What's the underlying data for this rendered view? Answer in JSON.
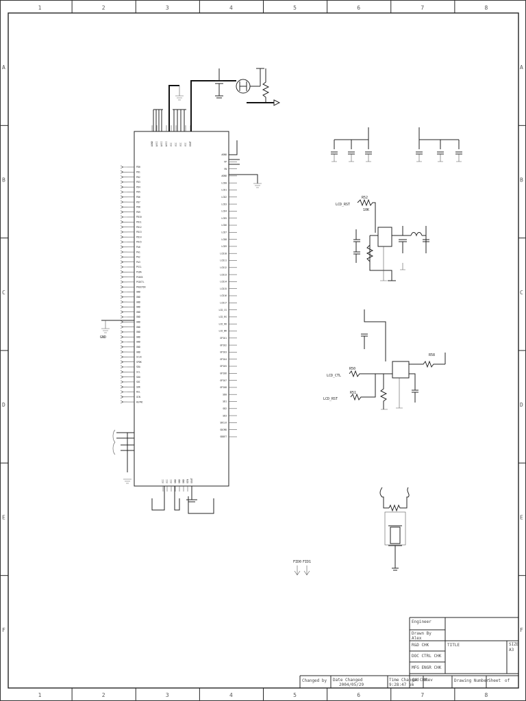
{
  "frame": {
    "columns": [
      "1",
      "2",
      "3",
      "4",
      "5",
      "6",
      "7",
      "8"
    ],
    "rows": [
      "A",
      "B",
      "C",
      "D",
      "E",
      "F"
    ]
  },
  "mcu": {
    "top_pins": [
      "AGND",
      "AVCC",
      "AVCC",
      "AVCC",
      "VCC",
      "VCC",
      "VCC",
      "VCC",
      "XOUT"
    ],
    "left_pins": [
      "PD0",
      "PD1",
      "PD2",
      "PD3",
      "PD4",
      "PD5",
      "PD6",
      "PD7",
      "PD8",
      "PD9",
      "PD10",
      "PD11",
      "PD12",
      "PD13",
      "PD14",
      "PD15",
      "PA0",
      "PA1",
      "PA2",
      "PA3",
      "PSCL",
      "PSDA",
      "PSDCK",
      "PSDCTL",
      "PROCPIN",
      "GND",
      "GND",
      "GND",
      "GND",
      "GND",
      "GND",
      "GND",
      "GND",
      "GND",
      "GND",
      "GND",
      "GND",
      "GND",
      "SCLK",
      "SPDK",
      "SDA",
      "SCL",
      "SDO",
      "SDI",
      "SDK",
      "HSL",
      "XIN",
      "HSYNC"
    ],
    "right_pins": [
      "AGND",
      "VP",
      "VN",
      "AGND",
      "LCD0",
      "LCD1",
      "LCD2",
      "LCD3",
      "LCD4",
      "LCD5",
      "LCD6",
      "LCD7",
      "LCD8",
      "LCD9",
      "LCD10",
      "LCD11",
      "LCD12",
      "LCD13",
      "LCD14",
      "LCD15",
      "LCD16",
      "LCD17",
      "LCD_CS",
      "LCD_RS",
      "LCD_RD",
      "LCD_WR",
      "GPIO1",
      "GPIO2",
      "GPIO3",
      "GPIO4",
      "GPIO5",
      "GPIO6",
      "GPIO7",
      "GPIO8",
      "SD0",
      "SD1",
      "SD2",
      "SD3",
      "SDCLK",
      "SDCMD",
      "SDDET"
    ],
    "bottom_pins": [
      "VCC",
      "VCC",
      "VCC",
      "GND",
      "GND",
      "GND",
      "XIN",
      "XOUT"
    ],
    "gnd_label": "GND"
  },
  "lcd_net": {
    "rst_label": "LCD_RST",
    "resistor": "R52",
    "value": "10K"
  },
  "lcd_ctrl": {
    "ctl_label": "LCD_CTL",
    "rst_label": "LCD_RST",
    "r1": "R50",
    "r2": "R51",
    "r3": "R58"
  },
  "fiducials": [
    "FID0",
    "FID1"
  ],
  "title_block": {
    "engineer": "Engineer",
    "drawn_by": "Drawn By",
    "drawn_name": "Alex",
    "rd_chk": "R&D CHK",
    "doc_ctrl_chk": "DOC CTRL CHK",
    "mfg_eng_chk": "MFG ENGR CHK",
    "qa_chk": "QA CHK",
    "changed_by": "Changed by",
    "date_changed": "Date Changed",
    "date_value": "2004/05/29",
    "time_changed": "Time Changed",
    "time_value": "9:28:47 pm",
    "rev": "Rev",
    "drawing_number": "Drawing Number",
    "sheet": "Sheet",
    "of": "of",
    "title": "TITLE",
    "size": "SIZE",
    "size_value": "A3"
  }
}
